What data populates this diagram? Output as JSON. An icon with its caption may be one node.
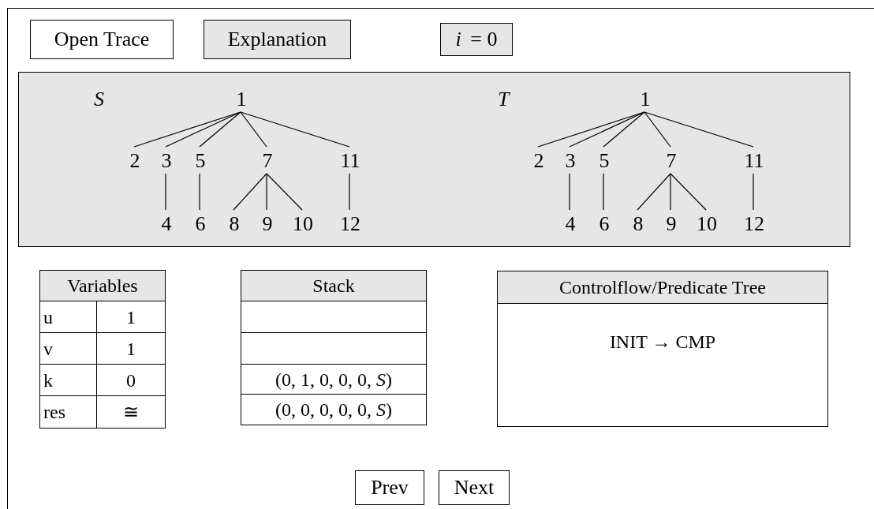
{
  "diagram": {
    "nodes": [
      {
        "text": [
          "Open Trace"
        ]
      },
      {
        "text": [
          "Explanation"
        ]
      },
      {
        "text": [
          "*i* = 0"
        ]
      },
      {
        "text": [
          "S",
          "T"
        ]
      },
      {
        "text": [
          "1"
        ],
        "in": 3
      },
      {
        "text": [
          "2"
        ],
        "in": 3
      },
      {
        "text": [
          "3"
        ],
        "in": 3
      },
      {
        "text": [
          "5"
        ],
        "in": 3
      },
      {
        "text": [
          "7"
        ],
        "in": 3
      },
      {
        "text": [
          "11"
        ],
        "in": 3
      },
      {
        "text": [
          "4"
        ],
        "in": 3
      },
      {
        "text": [
          "6"
        ],
        "in": 3
      },
      {
        "text": [
          "8"
        ],
        "in": 3
      },
      {
        "text": [
          "9"
        ],
        "in": 3
      },
      {
        "text": [
          "10"
        ],
        "in": 3
      },
      {
        "text": [
          "12"
        ],
        "in": 3
      },
      {
        "text": [
          "1"
        ],
        "in": 3
      },
      {
        "text": [
          "2"
        ],
        "in": 3
      },
      {
        "text": [
          "3"
        ],
        "in": 3
      },
      {
        "text": [
          "5"
        ],
        "in": 3
      },
      {
        "text": [
          "7"
        ],
        "in": 3
      },
      {
        "text": [
          "11"
        ],
        "in": 3
      },
      {
        "text": [
          "4"
        ],
        "in": 3
      },
      {
        "text": [
          "6"
        ],
        "in": 3
      },
      {
        "text": [
          "8"
        ],
        "in": 3
      },
      {
        "text": [
          "9"
        ],
        "in": 3
      },
      {
        "text": [
          "10"
        ],
        "in": 3
      },
      {
        "text": [
          "12"
        ],
        "in": 3
      },
      {
        "text": [
          "Controlflow/Predicate Tree",
          "INIT → CMP"
        ]
      },
      {
        "text": [
          "Prev"
        ]
      },
      {
        "text": [
          "Next"
        ]
      }
    ],
    "edges": [
      {
        "from": 4,
        "to": 5,
        "arrow": "none"
      },
      {
        "from": 4,
        "to": 6,
        "arrow": "none"
      },
      {
        "from": 4,
        "to": 7,
        "arrow": "none"
      },
      {
        "from": 4,
        "to": 8,
        "arrow": "none"
      },
      {
        "from": 4,
        "to": 9,
        "arrow": "none"
      },
      {
        "from": 6,
        "to": 10,
        "arrow": "none"
      },
      {
        "from": 7,
        "to": 11,
        "arrow": "none"
      },
      {
        "from": 8,
        "to": 12,
        "arrow": "none"
      },
      {
        "from": 8,
        "to": 13,
        "arrow": "none"
      },
      {
        "from": 8,
        "to": 14,
        "arrow": "none"
      },
      {
        "from": 9,
        "to": 15,
        "arrow": "none"
      },
      {
        "from": 16,
        "to": 17,
        "arrow": "none"
      },
      {
        "from": 16,
        "to": 18,
        "arrow": "none"
      },
      {
        "from": 16,
        "to": 19,
        "arrow": "none"
      },
      {
        "from": 16,
        "to": 20,
        "arrow": "none"
      },
      {
        "from": 16,
        "to": 21,
        "arrow": "none"
      },
      {
        "from": 18,
        "to": 22,
        "arrow": "none"
      },
      {
        "from": 19,
        "to": 23,
        "arrow": "none"
      },
      {
        "from": 20,
        "to": 24,
        "arrow": "none"
      },
      {
        "from": 20,
        "to": 25,
        "arrow": "none"
      },
      {
        "from": 20,
        "to": 26,
        "arrow": "none"
      },
      {
        "from": 21,
        "to": 27,
        "arrow": "none"
      }
    ],
    "labels": [
      "Variables",
      "u",
      "1",
      "v",
      "1",
      "k",
      "0",
      "res",
      "≅",
      "Stack",
      "(0, 1, 0, 0, 0, *S*)",
      "(0, 0, 0, 0, 0, *S*)"
    ]
  }
}
